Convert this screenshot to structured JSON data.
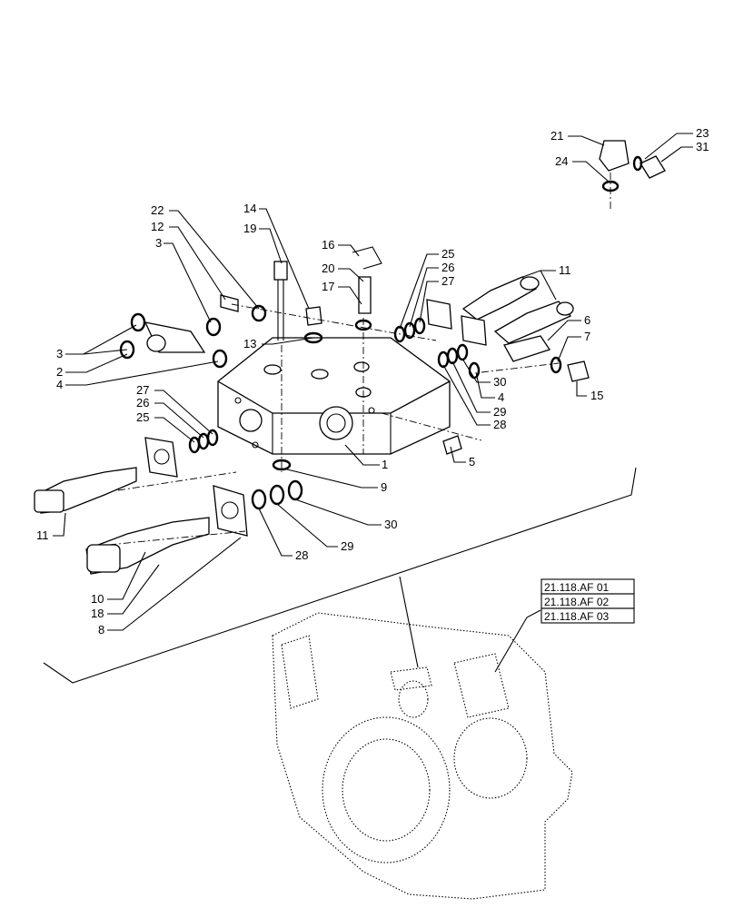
{
  "callouts": [
    "1",
    "2",
    "3",
    "3",
    "4",
    "4",
    "5",
    "6",
    "7",
    "8",
    "9",
    "10",
    "11",
    "11",
    "12",
    "13",
    "14",
    "15",
    "16",
    "17",
    "18",
    "19",
    "20",
    "21",
    "22",
    "23",
    "24",
    "25",
    "25",
    "26",
    "26",
    "27",
    "27",
    "28",
    "28",
    "29",
    "29",
    "30",
    "30",
    "31"
  ],
  "references": [
    "21.118.AF 01",
    "21.118.AF 02",
    "21.118.AF 03"
  ]
}
